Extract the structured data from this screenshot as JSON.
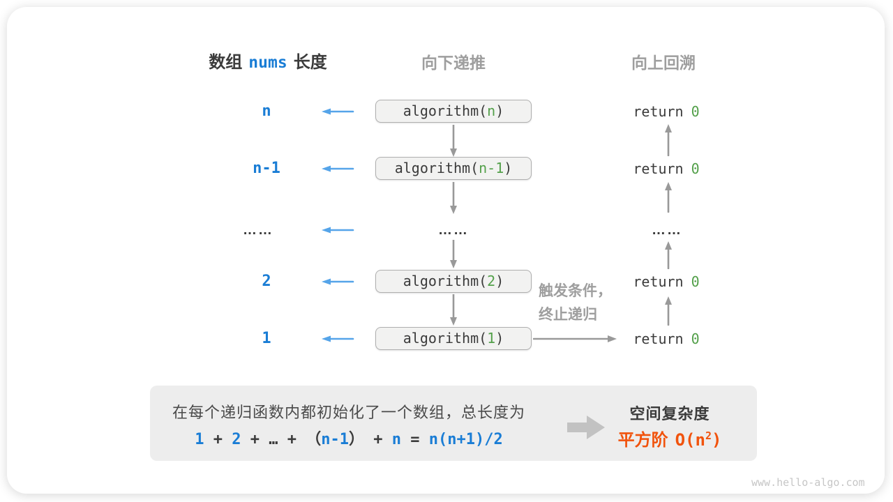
{
  "colors": {
    "dark": "#3B3B3B",
    "gray": "#9E9E9E",
    "blue": "#1A7DD5",
    "arrow_blue": "#55A4E9",
    "arrow_gray": "#999999",
    "green": "#53A04A",
    "orange": "#F1530D",
    "box_bg": "#F2F2F1",
    "box_border": "#AFAFAF",
    "panel_bg": "#EDEDED",
    "panel_text": "#4A4A4A",
    "block_arrow": "#C2C2C2",
    "watermark": "#C6C6C6"
  },
  "headers": {
    "left_pre": "数组",
    "left_code": "nums",
    "left_post": "长度",
    "mid": "向下递推",
    "right": "向上回溯"
  },
  "rows": [
    {
      "label": "n",
      "box_pre": "algorithm(",
      "box_arg": "n",
      "box_post": ")",
      "ret_kw": "return",
      "ret_val": "0"
    },
    {
      "label": "n-1",
      "box_pre": "algorithm(",
      "box_arg": "n-1",
      "box_post": ")",
      "ret_kw": "return",
      "ret_val": "0"
    },
    {
      "label": "2",
      "box_pre": "algorithm(",
      "box_arg": "2",
      "box_post": ")",
      "ret_kw": "return",
      "ret_val": "0"
    },
    {
      "label": "1",
      "box_pre": "algorithm(",
      "box_arg": "1",
      "box_post": ")",
      "ret_kw": "return",
      "ret_val": "0"
    }
  ],
  "dots": "……",
  "annotation": {
    "line1": "触发条件，",
    "line2": "终止递归"
  },
  "summary": {
    "line1": "在每个递归函数内都初始化了一个数组，总长度为",
    "formula": [
      "1",
      " + ",
      "2",
      " + ",
      "…",
      " + ",
      "（",
      "n-1",
      "）",
      " + ",
      "n",
      " = ",
      "n(n+1)/2"
    ],
    "result_title": "空间复杂度",
    "result_prefix": "平方阶",
    "result_big_o": "O(n",
    "result_sup": "2",
    "result_close": ")"
  },
  "watermark": "www.hello-algo.com"
}
